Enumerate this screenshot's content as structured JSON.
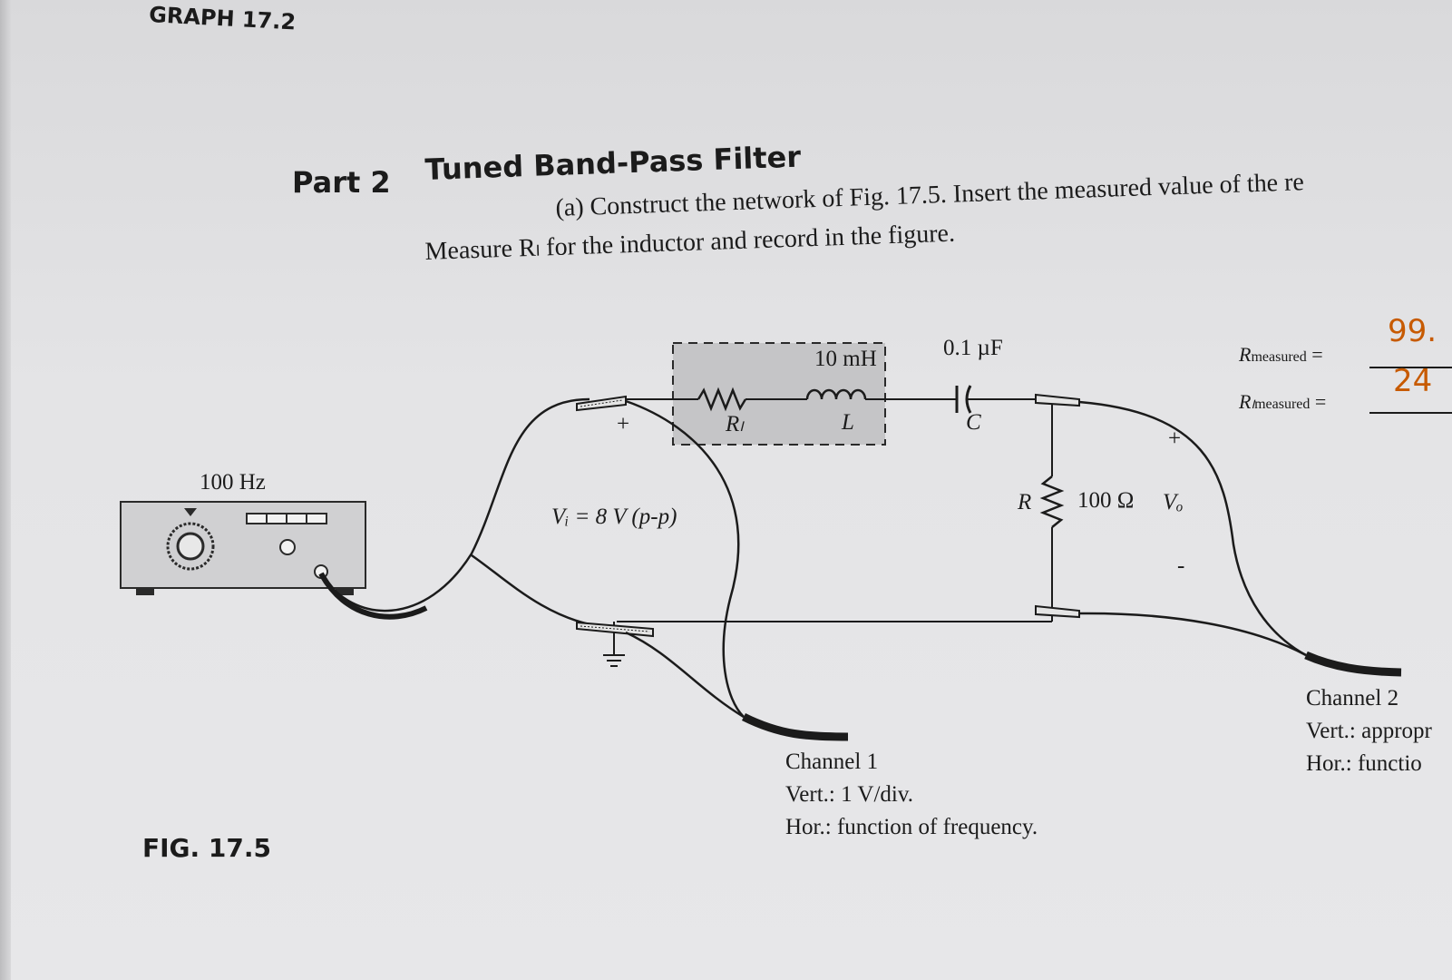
{
  "graph_heading": "GRAPH 17.2",
  "part": {
    "label": "Part 2",
    "title": "Tuned Band-Pass Filter"
  },
  "instruction": {
    "line1": "(a) Construct the network of Fig. 17.5. Insert the measured value of the re",
    "line2": "Measure Rₗ for the inductor and record in the figure."
  },
  "figure_label": "FIG. 17.5",
  "generator": {
    "frequency": "100 Hz"
  },
  "circuit": {
    "inductance": "10 mH",
    "inductor_symbol": "L",
    "winding_resistance": "Rₗ",
    "capacitance": "0.1 µF",
    "capacitor_symbol": "C",
    "resistor_symbol": "R",
    "resistance": "100 Ω",
    "output_voltage": "Vₒ",
    "input_voltage": "Vᵢ = 8 V (p-p)",
    "plus": "+",
    "minus": "-"
  },
  "measurements": {
    "r_label": "R",
    "r_sub": "measured",
    "rl_label": "Rₗ",
    "rl_sub": "measured",
    "equals": "=",
    "r_value": "99.",
    "rl_value": "24"
  },
  "channel1": {
    "name": "Channel 1",
    "vert_label": "Vert.:",
    "vert_value": "1 V/div.",
    "hor_label": "Hor.:",
    "hor_value": "function of frequency."
  },
  "channel2": {
    "name": "Channel 2",
    "vert_label": "Vert.:",
    "vert_value": "appropr",
    "hor_label": "Hor.:",
    "hor_value": "functio"
  }
}
